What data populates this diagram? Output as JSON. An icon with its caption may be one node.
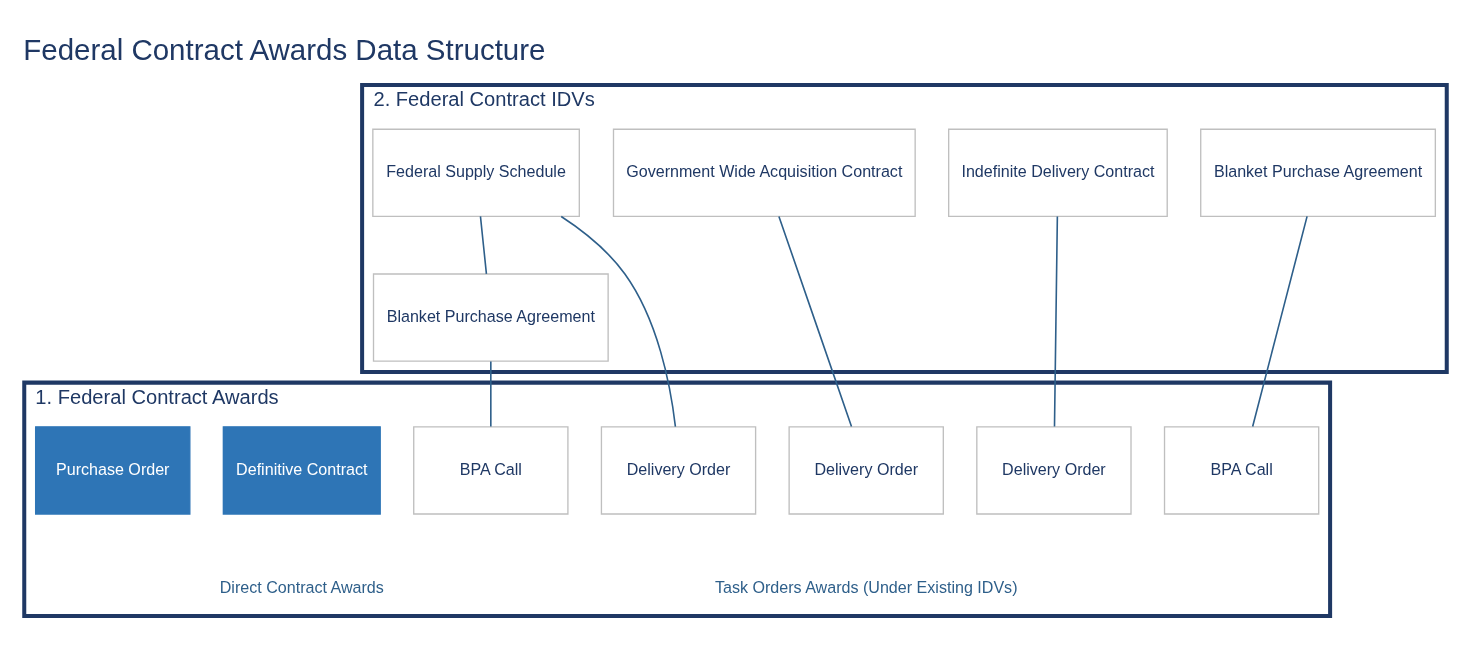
{
  "diagram": {
    "title": "Federal Contract Awards Data Structure",
    "nodes": [
      {
        "text": [
          "2. Federal Contract IDVs"
        ]
      },
      {
        "text": [
          "Federal Supply Schedule"
        ],
        "in": 0
      },
      {
        "text": [
          "Government Wide Acquisition Contract"
        ],
        "in": 0
      },
      {
        "text": [
          "Indefinite Delivery Contract"
        ],
        "in": 0
      },
      {
        "text": [
          "Blanket Purchase Agreement"
        ],
        "in": 0
      },
      {
        "text": [
          "Blanket Purchase Agreement"
        ],
        "in": 0
      },
      {
        "text": [
          "1. Federal Contract Awards"
        ]
      },
      {
        "text": [
          "BPA Call"
        ],
        "in": 6
      },
      {
        "text": [
          "Delivery Order"
        ],
        "in": 6
      },
      {
        "text": [
          "Delivery Order"
        ],
        "in": 6
      },
      {
        "text": [
          "Delivery Order"
        ],
        "in": 6
      },
      {
        "text": [
          "BPA Call"
        ],
        "in": 6
      },
      {
        "text": [
          "Definitive Contract"
        ],
        "in": 6
      },
      {
        "text": [
          "Purchase Order"
        ],
        "in": 6
      }
    ],
    "edges": [
      {
        "from": 1,
        "to": 5,
        "arrow": "none"
      },
      {
        "from": 1,
        "to": 8,
        "arrow": "none"
      },
      {
        "from": 2,
        "to": 9,
        "arrow": "none"
      },
      {
        "from": 3,
        "to": 10,
        "arrow": "none"
      },
      {
        "from": 4,
        "to": 11,
        "arrow": "none"
      },
      {
        "from": 5,
        "to": 7,
        "arrow": "none"
      }
    ],
    "labels": [
      "Task Orders Awards (Under Existing IDVs)",
      "Direct Contract Awards"
    ]
  }
}
